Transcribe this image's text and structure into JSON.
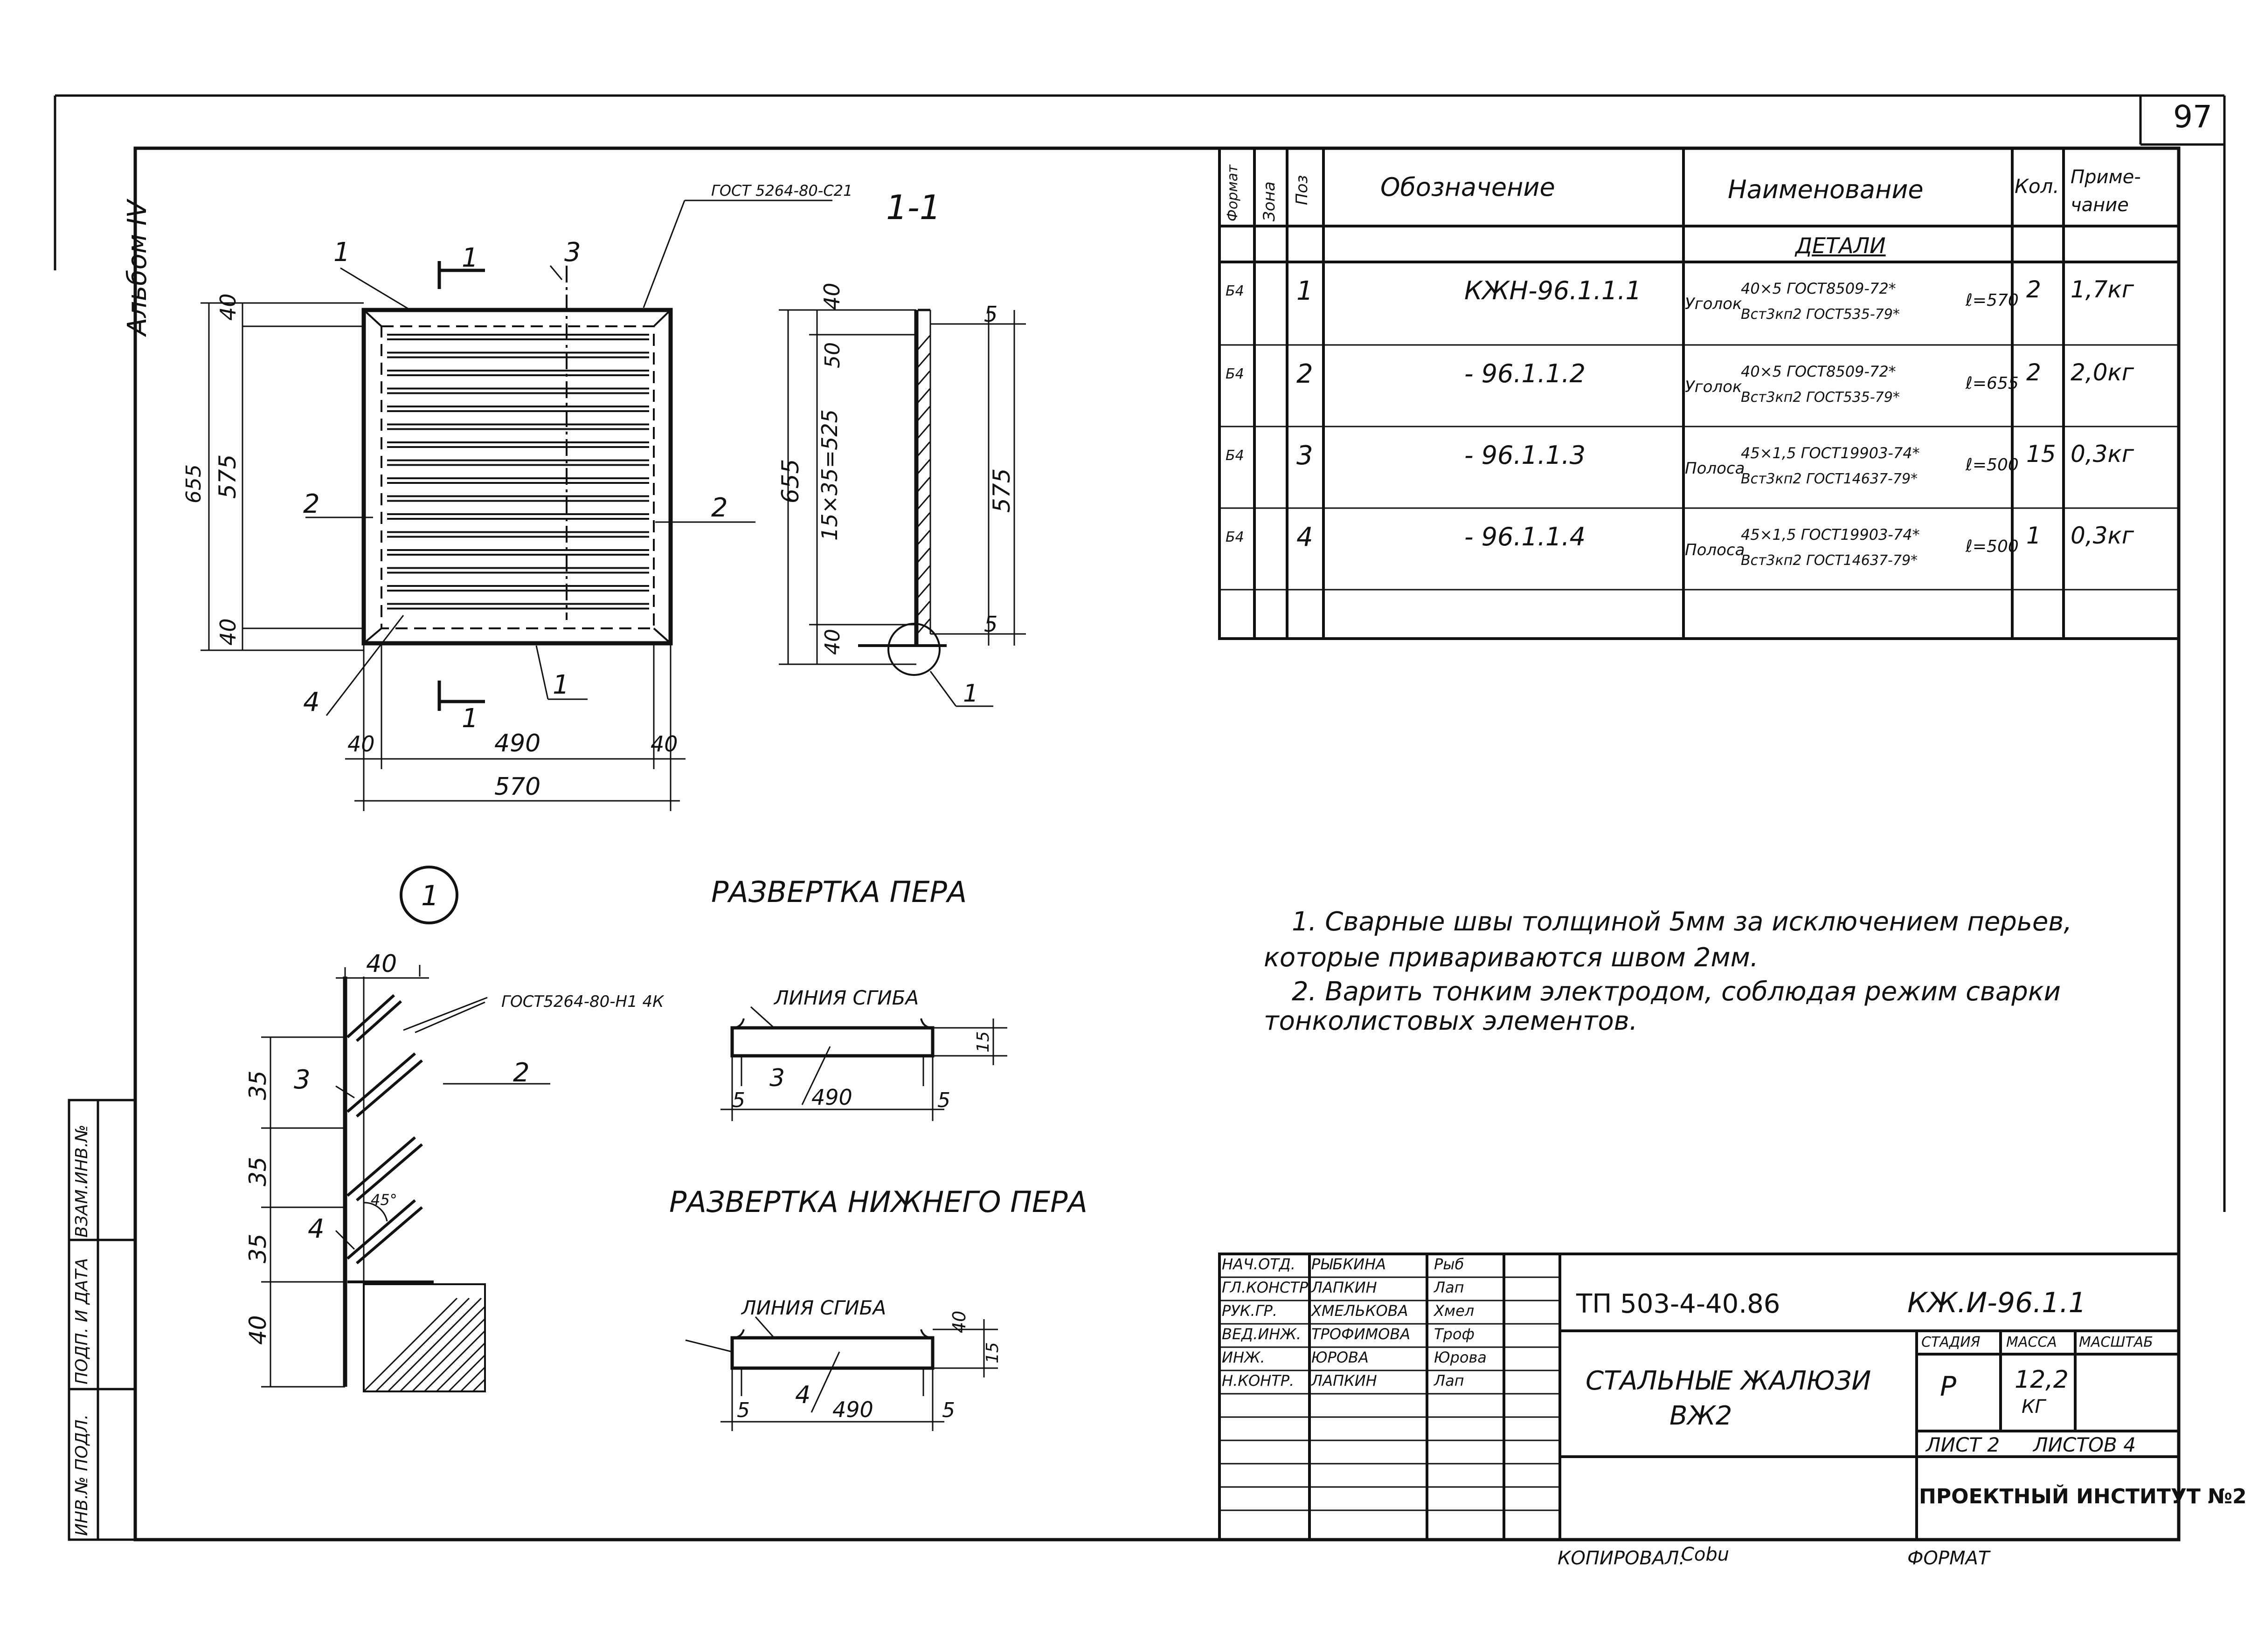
{
  "sheet": {
    "page_number": "97",
    "album": "Альбом IV",
    "copied_by": "КОПИРОВАЛ:",
    "copied_sign": "Cobu",
    "format": "ФОРМАТ",
    "left_stamp": [
      "ВЗАМ.ИНВ.№",
      "ПОДП. И ДАТА",
      "ИНВ.№ ПОДЛ."
    ]
  },
  "views": {
    "section_label": "1-1",
    "gost_weld_top": "ГОСТ 5264-80-С21",
    "gost_weld_detail": "ГОСТ5264-80-Н1 4К",
    "cut_mark": "1",
    "detail_mark": "1",
    "front_dims": {
      "height_total": "655",
      "height_inner": "575",
      "top": "40",
      "bottom": "40",
      "width_inner": "490",
      "width_total": "570",
      "left": "40",
      "right": "40"
    },
    "section_dims": {
      "top": "40",
      "pitch_first": "50",
      "pitches": "15×35=525",
      "height_total": "655",
      "height_inner": "575",
      "bottom": "40",
      "flange_top": "5",
      "flange_bottom": "5"
    },
    "front_positions": [
      "1",
      "2",
      "2",
      "3",
      "4",
      "1"
    ],
    "detail_dims": {
      "width": "40",
      "p1": "35",
      "p2": "35",
      "p3": "35",
      "bottom": "40",
      "angle": "45°"
    },
    "detail_positions": [
      "2",
      "3",
      "4"
    ],
    "unfold_title": "РАЗВЕРТКА ПЕРА",
    "unfold_bottom_title": "РАЗВЕРТКА НИЖНЕГО ПЕРА",
    "bend_line": "ЛИНИЯ СГИБА",
    "unfold_dims": {
      "length": "490",
      "edge_left": "5",
      "edge_right": "5",
      "height": "15",
      "pos": "3"
    },
    "unfold_bottom_dims": {
      "length": "490",
      "edge_left": "5",
      "edge_right": "5",
      "h1": "40",
      "h2": "15",
      "pos": "4"
    }
  },
  "spec_table": {
    "headers": {
      "format": "Формат",
      "zone": "Зона",
      "pos": "Поз",
      "designation": "Обозначение",
      "name": "Наименование",
      "qty": "Кол.",
      "note": "Приме-чание"
    },
    "section": "ДЕТАЛИ",
    "rows": [
      {
        "format": "Б4",
        "pos": "1",
        "designation": "КЖН-96.1.1.1",
        "name_type": "Уголок",
        "name_top": "40×5 ГОСТ8509-72*",
        "name_bottom": "Вст3кп2 ГОСТ535-79*",
        "length": "ℓ=570",
        "qty": "2",
        "note": "1,7кг"
      },
      {
        "format": "Б4",
        "pos": "2",
        "designation": "- 96.1.1.2",
        "name_type": "Уголок",
        "name_top": "40×5 ГОСТ8509-72*",
        "name_bottom": "Вст3кп2 ГОСТ535-79*",
        "length": "ℓ=655",
        "qty": "2",
        "note": "2,0кг"
      },
      {
        "format": "Б4",
        "pos": "3",
        "designation": "- 96.1.1.3",
        "name_type": "Полоса",
        "name_top": "45×1,5 ГОСТ19903-74*",
        "name_bottom": "Вст3кп2 ГОСТ14637-79*",
        "length": "ℓ=500",
        "qty": "15",
        "note": "0,3кг"
      },
      {
        "format": "Б4",
        "pos": "4",
        "designation": "- 96.1.1.4",
        "name_type": "Полоса",
        "name_top": "45×1,5 ГОСТ19903-74*",
        "name_bottom": "Вст3кп2 ГОСТ14637-79*",
        "length": "ℓ=500",
        "qty": "1",
        "note": "0,3кг"
      }
    ]
  },
  "notes": [
    "1. Сварные швы толщиной 5мм за исключением перьев,",
    "которые привариваются швом 2мм.",
    "2. Варить тонким электродом, соблюдая режим сварки",
    "тонколистовых элементов."
  ],
  "title_block": {
    "roles": [
      "НАЧ.ОТД.",
      "ГЛ.КОНСТР.",
      "РУК.ГР.",
      "ВЕД.ИНЖ.",
      "ИНЖ.",
      "Н.КОНТР."
    ],
    "names": [
      "РЫБКИНА",
      "ЛАПКИН",
      "ХМЕЛЬКОВА",
      "ТРОФИМОВА",
      "ЮРОВА",
      "ЛАПКИН"
    ],
    "signatures": [
      "Рыб",
      "Лап",
      "Хмел",
      "Троф",
      "Юрова",
      "Лап"
    ],
    "project": "ТП 503-4-40.86",
    "doc_code": "КЖ.И-96.1.1",
    "title": "СТАЛЬНЫЕ ЖАЛЮЗИ",
    "subtitle": "ВЖ2",
    "stage_label": "СТАДИЯ",
    "mass_label": "МАССА",
    "scale_label": "МАСШТАБ",
    "stage": "Р",
    "mass": "12,2",
    "mass_unit": "КГ",
    "sheet_label": "ЛИСТ 2",
    "sheets_label": "ЛИСТОВ 4",
    "organization": "ПРОЕКТНЫЙ ИНСТИТУТ №2"
  }
}
